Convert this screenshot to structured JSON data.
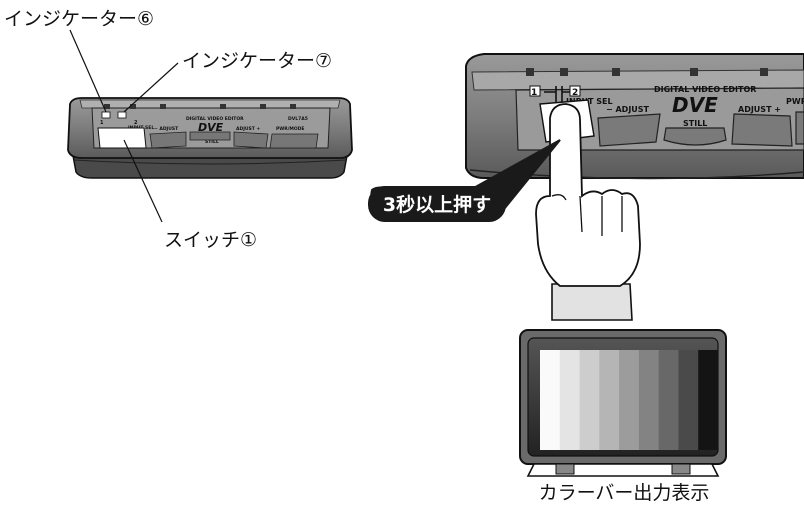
{
  "callouts": {
    "indicator_6": "インジケーター⑥",
    "indicator_7": "インジケーター⑦",
    "switch_1": "スイッチ①",
    "color_bar_output": "カラーバー出力表示"
  },
  "badge": {
    "text": "3秒以上押す"
  },
  "device": {
    "brand_line": "DIGITAL VIDEO EDITOR",
    "logo": "DVE",
    "input_num_1": "1",
    "input_num_2": "2",
    "input_sel": "INPUT SEL",
    "adjust_minus": "− ADJUST",
    "still": "STILL",
    "adjust_plus": "ADJUST +",
    "pwr_mode": "PWR/MODE",
    "pwr_short": "PWR/",
    "dvl": "DVL7A5"
  },
  "colors": {
    "device_body": "#8a8a8a",
    "device_dark": "#3a3a3a",
    "badge_fill": "#1a1a1a",
    "badge_text": "#ffffff"
  },
  "color_bars": {
    "levels": [
      "#fafafa",
      "#e4e4e4",
      "#cdcdcd",
      "#b5b5b5",
      "#9c9c9c",
      "#838383",
      "#686868",
      "#4a4a4a",
      "#141414"
    ]
  }
}
